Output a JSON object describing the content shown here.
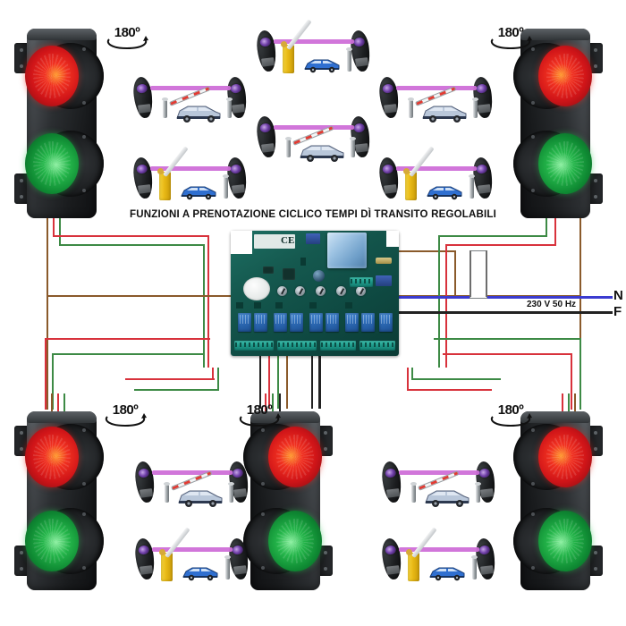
{
  "diagram": {
    "caption": "FUNZIONI A PRENOTAZIONE CICLICO TEMPI DÌ TRANSITO REGOLABILI",
    "background_color": "#ffffff"
  },
  "mains": {
    "voltage_label": "230 V 50 Hz",
    "neutral_label": "N",
    "phase_label": "F",
    "neutral_color": "#3b3bd0",
    "phase_color": "#222222"
  },
  "rotation_badges": [
    {
      "label": "180º",
      "position": "top-left"
    },
    {
      "label": "180º",
      "position": "top-right"
    },
    {
      "label": "180º",
      "position": "bottom-left"
    },
    {
      "label": "180º",
      "position": "bottom-center"
    },
    {
      "label": "180º",
      "position": "bottom-right"
    }
  ],
  "traffic_lights": [
    {
      "name": "top-left",
      "red": "on",
      "green": "on",
      "bracket": "left"
    },
    {
      "name": "top-right",
      "red": "on",
      "green": "on",
      "bracket": "right"
    },
    {
      "name": "bottom-left",
      "red": "on",
      "green": "on",
      "bracket": "left"
    },
    {
      "name": "bottom-center",
      "red": "on",
      "green": "on",
      "bracket": "right"
    },
    {
      "name": "bottom-right",
      "red": "on",
      "green": "on",
      "bracket": "right"
    }
  ],
  "lamp_colors": {
    "red": "#e8201a",
    "green": "#18a63f",
    "housing": "#1b1d1f"
  },
  "photocell_groups": [
    {
      "name": "top-left-upper",
      "barrier": "striped-boom",
      "car": "silver"
    },
    {
      "name": "top-left-lower",
      "barrier": "yellow-cabinet",
      "car": "blue"
    },
    {
      "name": "top-center-upper",
      "barrier": "yellow-cabinet",
      "car": "blue"
    },
    {
      "name": "top-center-lower",
      "barrier": "striped-boom",
      "car": "silver"
    },
    {
      "name": "top-right-upper",
      "barrier": "striped-boom",
      "car": "silver"
    },
    {
      "name": "top-right-lower",
      "barrier": "yellow-cabinet",
      "car": "blue"
    },
    {
      "name": "bottom-left-upper",
      "barrier": "striped-boom",
      "car": "silver"
    },
    {
      "name": "bottom-left-lower",
      "barrier": "yellow-cabinet",
      "car": "blue"
    },
    {
      "name": "bottom-right-upper",
      "barrier": "striped-boom",
      "car": "silver"
    },
    {
      "name": "bottom-right-lower",
      "barrier": "yellow-cabinet",
      "car": "blue"
    }
  ],
  "beam_color": "#cf6fd8",
  "control_board": {
    "name": "traffic-light-control-board",
    "ce_mark": "CE",
    "relay_count": 10,
    "relay_color": "#2f6fbb",
    "terminal_block_color": "#1f9c8c",
    "pcb_color": "#15594f",
    "transformer_color": "#9cc2e2",
    "trimmer_count": 5
  },
  "wire_colors": {
    "red": "#d8323c",
    "green": "#3d8a45",
    "brown": "#8a5a2b",
    "black": "#222222",
    "blue": "#3b3bd0",
    "gray": "#6d6d6d"
  }
}
